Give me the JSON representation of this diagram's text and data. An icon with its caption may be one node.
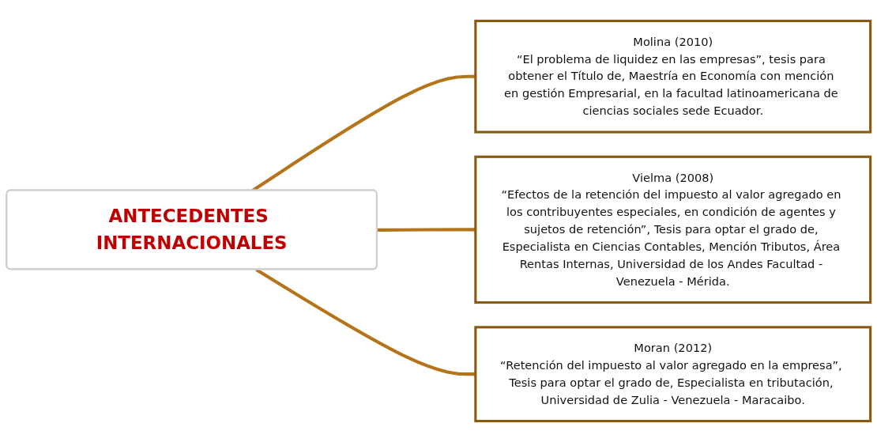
{
  "diagram": {
    "nodes": [
      {
        "text": [
          "ANTECEDENTES INTERNACIONALES"
        ]
      },
      {
        "text": [
          "Molina (2010)",
          "“El problema de liquidez en las empresas”, tesis para obtener el Título de, Maestría en Economía con mención en gestión Empresarial, en la facultad latinoamericana de ciencias sociales sede Ecuador."
        ]
      },
      {
        "text": [
          "Vielma (2008)",
          "“Efectos de la retención del impuesto al valor agregado en los contribuyentes especiales, en condición de agentes y sujetos de retención”, Tesis para optar el grado de, Especialista en Ciencias Contables, Mención Tributos, Área Rentas Internas, Universidad de los Andes Facultad - Venezuela - Mérida."
        ]
      },
      {
        "text": [
          "Moran (2012)",
          "“Retención del impuesto al valor agregado en la empresa”, Tesis para optar el grado de, Especialista en tributación, Universidad de Zulia - Venezuela - Maracaibo."
        ]
      }
    ],
    "edges": [
      {
        "from": 0,
        "to": 1,
        "arrow": "none"
      },
      {
        "from": 0,
        "to": 2,
        "arrow": "none"
      },
      {
        "from": 0,
        "to": 3,
        "arrow": "none"
      }
    ]
  }
}
